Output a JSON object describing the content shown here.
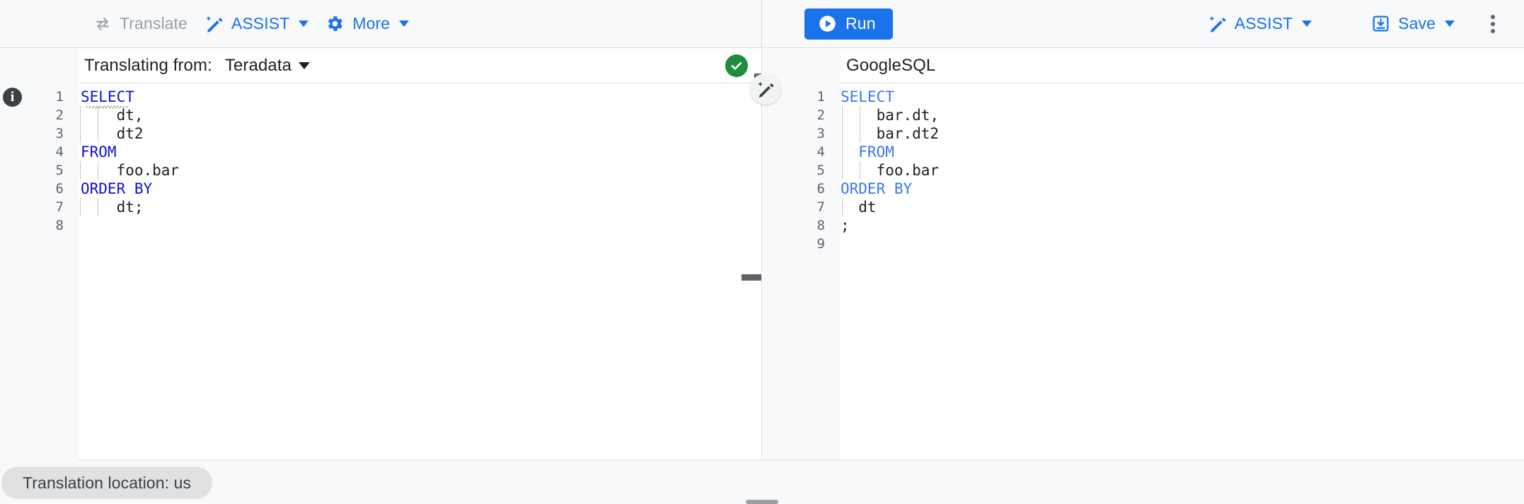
{
  "toolbar": {
    "left": [
      {
        "label": "Translate",
        "icon": "translate-swap-icon",
        "state": "disabled"
      },
      {
        "label": "ASSIST",
        "icon": "magic-pen-icon",
        "state": "enabled",
        "caret": true
      },
      {
        "label": "More",
        "icon": "gear-icon",
        "state": "enabled",
        "caret": true
      }
    ],
    "right": {
      "run_label": "Run",
      "run_icon": "play-circle-icon",
      "assist_label": "ASSIST",
      "assist_icon": "magic-pen-icon",
      "save_label": "Save",
      "save_icon": "save-download-icon",
      "overflow_icon": "kebab-menu-icon"
    }
  },
  "left_pane": {
    "lang_label": "Translating from:",
    "lang_value": "Teradata",
    "status_icon": "check-circle-icon",
    "status_color": "#1e8e3e",
    "info_icon": "info-icon",
    "lines": [
      {
        "n": "1",
        "text": "SELECT",
        "kw": true,
        "indent": 0,
        "squiggly": true
      },
      {
        "n": "2",
        "text": "dt,",
        "kw": false,
        "indent": 2
      },
      {
        "n": "3",
        "text": "dt2",
        "kw": false,
        "indent": 2
      },
      {
        "n": "4",
        "text": "FROM",
        "kw": true,
        "indent": 0
      },
      {
        "n": "5",
        "text": "foo.bar",
        "kw": false,
        "indent": 2
      },
      {
        "n": "6",
        "text": "ORDER BY",
        "kw": true,
        "indent": 0
      },
      {
        "n": "7",
        "text": "dt;",
        "kw": false,
        "indent": 2
      },
      {
        "n": "8",
        "text": "",
        "kw": false,
        "indent": 0
      }
    ]
  },
  "right_pane": {
    "lang_value": "GoogleSQL",
    "lines": [
      {
        "n": "1",
        "text": "SELECT",
        "kw": true,
        "indent": 0
      },
      {
        "n": "2",
        "text": "bar.dt,",
        "kw": false,
        "indent": 2
      },
      {
        "n": "3",
        "text": "bar.dt2",
        "kw": false,
        "indent": 2
      },
      {
        "n": "4",
        "text": "FROM",
        "kw": true,
        "indent": 1
      },
      {
        "n": "5",
        "text": "foo.bar",
        "kw": false,
        "indent": 2
      },
      {
        "n": "6",
        "text": "ORDER BY",
        "kw": true,
        "indent": 0
      },
      {
        "n": "7",
        "text": "dt",
        "kw": false,
        "indent": 1
      },
      {
        "n": "8",
        "text": ";",
        "kw": false,
        "indent": 0
      },
      {
        "n": "9",
        "text": "",
        "kw": false,
        "indent": 0
      }
    ]
  },
  "divider": {
    "magic_button_icon": "magic-pen-icon"
  },
  "bottom": {
    "location_chip": "Translation location: us",
    "drag_handle": "resize-handle"
  },
  "colors": {
    "accent_blue": "#1a73e8",
    "keyword_left": "#1111cc",
    "keyword_right": "#3b78e7",
    "success_green": "#1e8e3e",
    "chrome_grey": "#f8f9fa"
  }
}
